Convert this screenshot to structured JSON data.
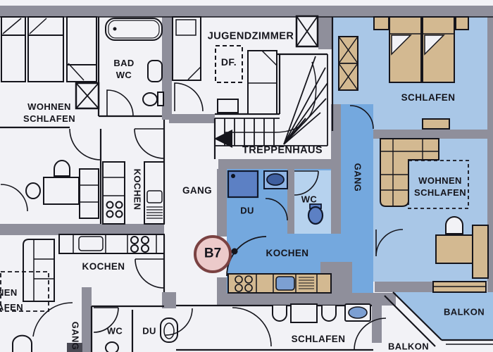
{
  "labels": {
    "wohnen_schlafen_top_left": "WOHNEN\nSCHLAFEN",
    "bad_wc": "BAD\nWC",
    "jugendzimmer": "JUGENDZIMMER",
    "dachfenster": "DF.",
    "treppenhaus": "TREPPENHAUS",
    "schlafen_top_right": "SCHLAFEN",
    "kochen_left": "KOCHEN",
    "gang_center": "GANG",
    "gang_apartment": "GANG",
    "wohnen_schlafen_right": "WOHNEN\nSCHLAFEN",
    "du_apartment": "DU",
    "wc_apartment": "WC",
    "kochen_apartment": "KOCHEN",
    "unit_badge": "B7",
    "kochen_bottom_left": "KOCHEN",
    "gang_bottom_left": "GANG",
    "wc_bottom": "WC",
    "du_bottom": "DU",
    "schlafen_bottom": "SCHLAFEN",
    "balkon_apartment": "BALKON",
    "balkon_bottom": "BALKON",
    "cut_text_wohnen": "NEN",
    "cut_text_schlafen": "AFEN"
  },
  "colors": {
    "wall_gray": "#8f8f9b",
    "floor_white": "#f2f2f6",
    "apartment_room_blue": "#a9c7e7",
    "apartment_corridor_blue": "#74a8de",
    "wc_light_blue": "#b6d2ee",
    "balcony_blue": "#9fc2e6",
    "fixture_dark_blue": "#5c80c4",
    "basin_blue": "#3f5f9f",
    "furniture_tan": "#d3b991",
    "line_black": "#15151c",
    "badge_fill": "#eccaca",
    "badge_border": "#7a4242"
  }
}
